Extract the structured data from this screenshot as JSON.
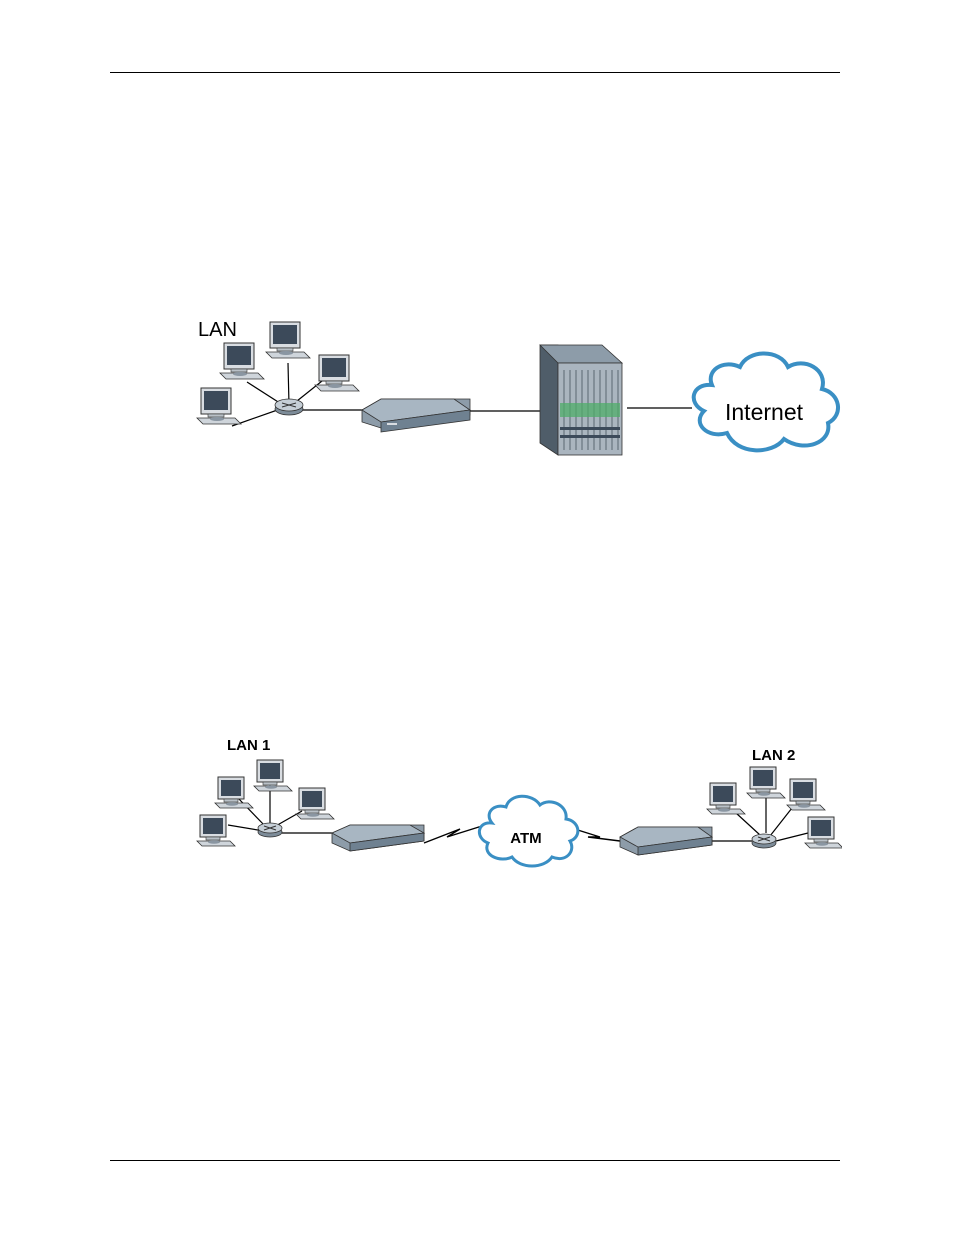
{
  "figure1": {
    "lan_label": "LAN",
    "internet_label": "Internet"
  },
  "figure2": {
    "lan1_label": "LAN 1",
    "lan2_label": "LAN 2",
    "atm_label": "ATM"
  },
  "colors": {
    "line": "#000000",
    "device_top": "#9aa9b6",
    "device_front": "#6f8191",
    "cloud_fill": "#ffffff",
    "cloud_stroke": "#3a8fc4",
    "monitor_screen": "#3c4a5a",
    "rack_green": "#4fae6a"
  },
  "icons": {
    "computer": "computer-icon",
    "hub": "hub-icon",
    "modem": "modem-icon",
    "rack": "dslam-rack-icon",
    "cloud": "cloud-icon"
  }
}
